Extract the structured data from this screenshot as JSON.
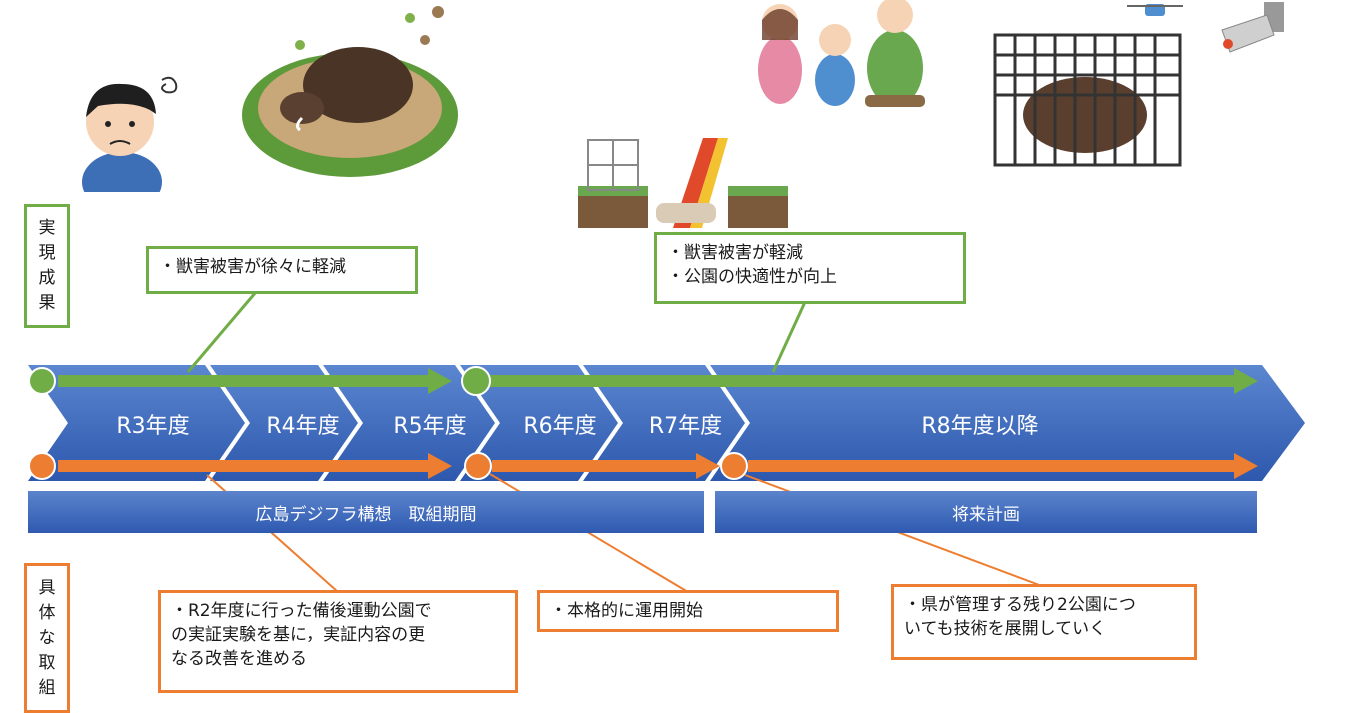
{
  "labels": {
    "result": [
      "実",
      "現",
      "成",
      "果"
    ],
    "action": [
      "具",
      "体",
      "な",
      "取",
      "組"
    ]
  },
  "years": [
    "R3年度",
    "R4年度",
    "R5年度",
    "R6年度",
    "R7年度",
    "R8年度以降"
  ],
  "periods": {
    "current": "広島デジフラ構想　取組期間",
    "future": "将来計画"
  },
  "results": {
    "early": "・獣害被害が徐々に軽減",
    "later": [
      "・獣害被害が軽減",
      "・公園の快適性が向上"
    ]
  },
  "actions": {
    "improve": [
      "・R2年度に行った備後運動公園で",
      "の実証実験を基に，実証内容の更",
      "なる改善を進める"
    ],
    "operate": "・本格的に運用開始",
    "expand": [
      "・県が管理する残り2公園につ",
      "いても技術を展開していく"
    ]
  },
  "colors": {
    "green": "#70ad47",
    "orange": "#ed7d31",
    "blue": "#3c6cc4"
  },
  "illustrations": [
    "worried-person",
    "wild-boar-damage",
    "family-picnic",
    "playground",
    "boar-cage-trap",
    "drone",
    "security-camera"
  ]
}
